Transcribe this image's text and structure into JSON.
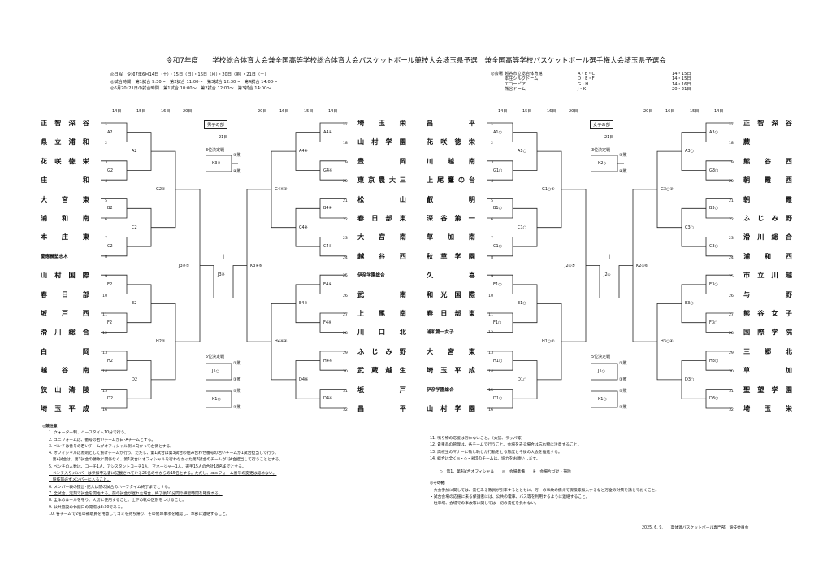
{
  "title": "令和7年度　　学校総合体育大会兼全国高等学校総合体育大会バスケットボール競技大会埼玉県予選　兼全国高等学校バスケットボール選手権大会埼玉県予選会",
  "info_left": [
    "◎日程　令和7年6月14日（土）・15日（日）・16日（月）・20日（金）・21日（土）",
    "◎試合時間　第1試合 9:30～　第2試合 11:00～　第3試合 12:30～　第4試合 14:00～",
    "◎6月20･21日の試合時間　第1試合 10:00～　第2試合 12:00～　第3試合 14:00～"
  ],
  "info_right": {
    "label": "◎会場",
    "rows": [
      [
        "越谷市立総合体育館",
        "A・B・C",
        "14・15日"
      ],
      [
        "本庄シルクドーム",
        "D・E・F",
        "14・15日"
      ],
      [
        "エコーピア",
        "G・H",
        "14・16日"
      ],
      [
        "熊谷ドーム",
        "J・K",
        "20・21日"
      ]
    ]
  },
  "boys": {
    "section": "男子の部",
    "final_day": "21日",
    "hdr_left": [
      "14日",
      "15日",
      "16日",
      "20日"
    ],
    "hdr_right": [
      "20日",
      "16日",
      "15日",
      "14日"
    ],
    "left_teams": [
      {
        "n": "1",
        "t": "正智深谷"
      },
      {
        "n": "2",
        "t": "県立浦和"
      },
      {
        "n": "3",
        "t": "花咲徳栄"
      },
      {
        "n": "4",
        "t": "庄和"
      },
      {
        "n": "5",
        "t": "大宮東"
      },
      {
        "n": "6",
        "t": "浦和南"
      },
      {
        "n": "7",
        "t": "本庄東"
      },
      {
        "n": "8",
        "t": "慶應義塾志木",
        "s": 1
      },
      {
        "n": "9",
        "t": "山村国際"
      },
      {
        "n": "10",
        "t": "春日部"
      },
      {
        "n": "11",
        "t": "坂戸西"
      },
      {
        "n": "12",
        "t": "滑川総合"
      },
      {
        "n": "13",
        "t": "白岡"
      },
      {
        "n": "14",
        "t": "越谷南"
      },
      {
        "n": "15",
        "t": "狭山清陵"
      },
      {
        "n": "16",
        "t": "埼玉平成"
      }
    ],
    "right_teams": [
      {
        "n": "17",
        "t": "埼玉栄"
      },
      {
        "n": "18",
        "t": "山村学園"
      },
      {
        "n": "19",
        "t": "豊岡"
      },
      {
        "n": "20",
        "t": "東京農大三"
      },
      {
        "n": "21",
        "t": "松山"
      },
      {
        "n": "22",
        "t": "春日部東"
      },
      {
        "n": "23",
        "t": "大宮南"
      },
      {
        "n": "24",
        "t": "越谷西"
      },
      {
        "n": "25",
        "t": "伊奈学園総合",
        "s": 1
      },
      {
        "n": "26",
        "t": "武南"
      },
      {
        "n": "27",
        "t": "上尾南"
      },
      {
        "n": "28",
        "t": "川口北"
      },
      {
        "n": "29",
        "t": "ふじみ野"
      },
      {
        "n": "30",
        "t": "武蔵越生"
      },
      {
        "n": "31",
        "t": "坂戸"
      },
      {
        "n": "32",
        "t": "昌平"
      }
    ],
    "r1_left": [
      "A2",
      "G2",
      "B2",
      "C2",
      "E2",
      "F2",
      "H2",
      "D2"
    ],
    "r2_left": [
      "A2",
      "C2",
      "E2",
      "D2"
    ],
    "r3_left": [
      "G2①",
      "H2②"
    ],
    "r1_right": [
      "A4※",
      "G4※",
      "B4※",
      "C4※",
      "E4※",
      "F4※",
      "H4※",
      "D4※"
    ],
    "r2_right": [
      "A4※",
      "C4※",
      "E4※",
      "D4※"
    ],
    "r3_right": [
      "G4※③",
      "H4※④"
    ],
    "semi_left": "J3※⑤",
    "semi_right": "K3※⑥",
    "final": "J3※",
    "third": {
      "title": "3位決定戦",
      "box": "K3※",
      "a": "③敗",
      "b": "④敗"
    },
    "fifth": {
      "title": "5位決定戦",
      "j": "J1○",
      "k": "K1○",
      "j_a": "①敗",
      "j_b": "③敗",
      "k_a": "②敗",
      "k_b": "④敗"
    }
  },
  "girls": {
    "section": "女子の部",
    "final_day": "21日",
    "hdr_left": [
      "14日",
      "15日",
      "16日",
      "20日"
    ],
    "hdr_right": [
      "20日",
      "16日",
      "15日",
      "14日"
    ],
    "left_teams": [
      {
        "n": "1",
        "t": "昌平"
      },
      {
        "n": "2",
        "t": "花咲徳栄"
      },
      {
        "n": "3",
        "t": "川越南"
      },
      {
        "n": "4",
        "t": "上尾鷹の台"
      },
      {
        "n": "5",
        "t": "叡明"
      },
      {
        "n": "6",
        "t": "深谷第一"
      },
      {
        "n": "7",
        "t": "草加南"
      },
      {
        "n": "8",
        "t": "秋草学園"
      },
      {
        "n": "9",
        "t": "久喜"
      },
      {
        "n": "10",
        "t": "和光国際"
      },
      {
        "n": "11",
        "t": "春日部東"
      },
      {
        "n": "12",
        "t": "浦和第一女子",
        "s": 1
      },
      {
        "n": "13",
        "t": "大宮東"
      },
      {
        "n": "14",
        "t": "埼玉平成"
      },
      {
        "n": "15",
        "t": "伊奈学園総合",
        "s": 1
      },
      {
        "n": "16",
        "t": "山村学園"
      }
    ],
    "right_teams": [
      {
        "n": "17",
        "t": "正智深谷"
      },
      {
        "n": "18",
        "t": "蕨"
      },
      {
        "n": "19",
        "t": "熊谷西"
      },
      {
        "n": "20",
        "t": "朝霞西"
      },
      {
        "n": "21",
        "t": "朝霞"
      },
      {
        "n": "22",
        "t": "ふじみ野"
      },
      {
        "n": "23",
        "t": "滑川総合"
      },
      {
        "n": "24",
        "t": "浦和西"
      },
      {
        "n": "25",
        "t": "市立川越"
      },
      {
        "n": "26",
        "t": "与野"
      },
      {
        "n": "27",
        "t": "熊谷女子"
      },
      {
        "n": "28",
        "t": "国際学院"
      },
      {
        "n": "29",
        "t": "三郷北"
      },
      {
        "n": "30",
        "t": "草加"
      },
      {
        "n": "31",
        "t": "聖望学園"
      },
      {
        "n": "32",
        "t": "埼玉栄"
      }
    ],
    "r1_left": [
      "A1○",
      "G1○",
      "B1○",
      "C1○",
      "E1○",
      "F1○",
      "H1○",
      "D1○"
    ],
    "r2_left": [
      "A1○",
      "C1○",
      "E1○",
      "D1○"
    ],
    "r3_left": [
      "G1○①",
      "H1○②"
    ],
    "r1_right": [
      "A3○",
      "G3○",
      "B3○",
      "C3○",
      "E3○",
      "F3○",
      "H3○",
      "D3○"
    ],
    "r2_right": [
      "A3○",
      "C3○",
      "E3○",
      "D3○"
    ],
    "r3_right": [
      "G3○③",
      "H3○④"
    ],
    "semi_left": "J2◇⑤",
    "semi_right": "K2◇⑥",
    "final": "J2◇",
    "third": {
      "title": "3位決定戦",
      "box": "K2◇",
      "a": "③敗",
      "b": "④敗"
    },
    "fifth": {
      "title": "5位決定戦",
      "j": "J1○",
      "k": "K1○",
      "j_a": "①敗",
      "j_b": "③敗",
      "k_a": "②敗",
      "k_b": "④敗"
    }
  },
  "notes": {
    "head": "◎競注意",
    "items": [
      "1. クォーター制、ハーフタイム10分で行う。",
      "2. ユニフォームは、番号の若いチームが白･Aチームとする。",
      "3. ベンチは番号の若いチームがオフィシャル側に向かって右側とする。",
      "4. オフィシャルは原則として負けチームが行う。ただし、第1試合は第3試合の組み合わせ番号の若いチームが1試合担当して行う。",
      "　第4試合は、第3試合の勝敗に関係なく、第1試合にオフィシャルを行わなかった第3試合のチームが1試合担当して行うこととする。",
      "5. ベンチの人数は、コーチ1人、アシスタントコーチ1人、マネージャー1人、選手15人の合計18名までとする。",
      "　ベンチ入りメンバーは参加申込書に記載されている25名の中からの15名とする。ただし、ユニフォーム番号の変更は認めない。",
      "　競技前必ずメンバーに入ること。",
      "6. メンバー表の提出･記入は前の試合のハーフタイム終了までとする。",
      "7. 全試合、定刻で試合を開始する。前の試合が遅れた場合、終了後10分間の練習時間を確保する。",
      "8. 全体のルールを守り、大切に使用すること。上下の靴の区別をつけること。",
      "9. 公共施設の休館日の開場は8:30である。",
      "10. 各チームで2名の補助員を用意してゴミを持ち帰り、その他の事項を確認し、本部に連絡すること。"
    ],
    "items2": [
      "11. 鳴り物の応援は行わないこと。（太鼓、ラッパ等）",
      "12. 貴重品の管理は、各チームで行うこと。会場を去る場合は忘れ物に注意すること。",
      "13. 高校生のマナーに敬し恥じた行動をとる態度と今後の大会を推進する。",
      "14. 総合は全く◎・◇・※印のチームは、協力をお願いします。"
    ],
    "legend": "◇　第1、第4試合オフィシャル　　◎　会場準備　　※　会場片づけ・掃除",
    "other_head": "◎その他",
    "other": [
      "・大会参加に関しては、責任ある教員が引率するとともに、万一の事故の備えて保険等加入するなど万全の対策を講じておくこと。",
      "・試合会場の応援に来る保護者には、公共の電車、バス等を利用するように連絡すること。",
      "・駐車場、会場での事故等に関しては一切の責任を負わない。"
    ]
  },
  "footer": "2025. 6. 9.　　高体連バスケットボール専門部　競技委員会"
}
